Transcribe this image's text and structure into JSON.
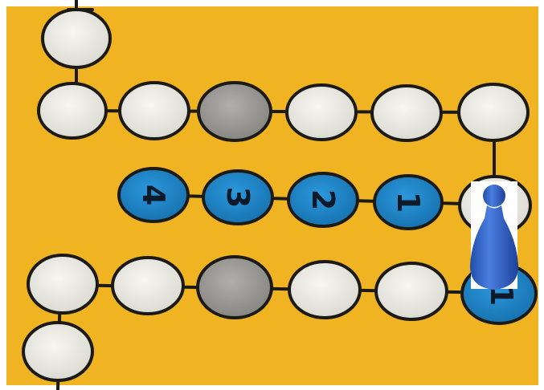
{
  "board": {
    "background_color": "#f0b422",
    "path_color": "#1c1a14",
    "space_colors": {
      "empty": "#e9e8e1",
      "grey": "#9c9b97",
      "blue": "#1f86c8"
    },
    "home_row_labels": [
      "4",
      "3",
      "2",
      "1"
    ],
    "start_space_label": "1",
    "pawn": {
      "color": "#2f62c4",
      "location": "start-space"
    }
  }
}
